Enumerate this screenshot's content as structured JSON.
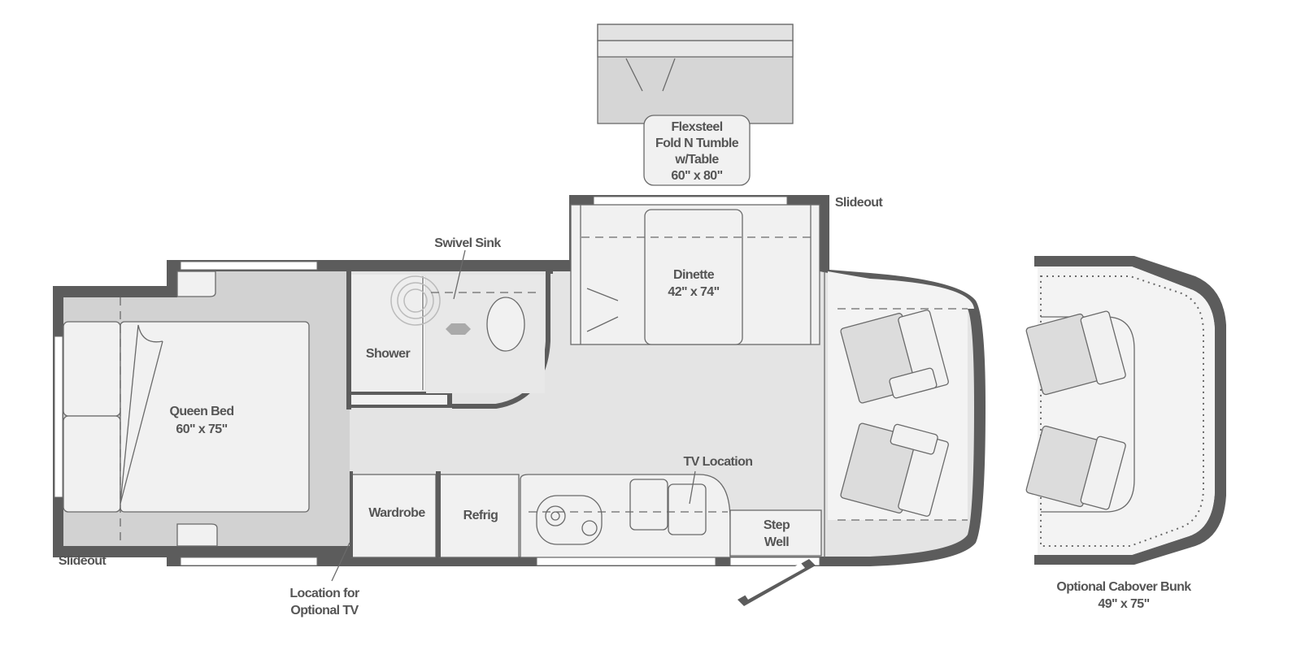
{
  "floorplan": {
    "labels": {
      "sofa_line1": "Flexsteel",
      "sofa_line2": "Fold N Tumble",
      "sofa_line3": "w/Table",
      "sofa_line4": "60\" x 80\"",
      "slideout_top": "Slideout",
      "swivel_sink": "Swivel Sink",
      "dinette": "Dinette",
      "dinette_size": "42\" x 74\"",
      "shower": "Shower",
      "queen_bed": "Queen Bed",
      "queen_bed_size": "60\" x 75\"",
      "tv_location": "TV Location",
      "wardrobe": "Wardrobe",
      "refrig": "Refrig",
      "step_well_line1": "Step",
      "step_well_line2": "Well",
      "slideout_bottom": "Slideout",
      "optional_tv_line1": "Location for",
      "optional_tv_line2": "Optional TV",
      "cabover_line1": "Optional Cabover Bunk",
      "cabover_line2": "49\" x 75\""
    },
    "colors": {
      "wall": "#5c5c5c",
      "floor": "#e4e4e4",
      "furniture": "#f1f1f1",
      "text": "#555555"
    }
  }
}
